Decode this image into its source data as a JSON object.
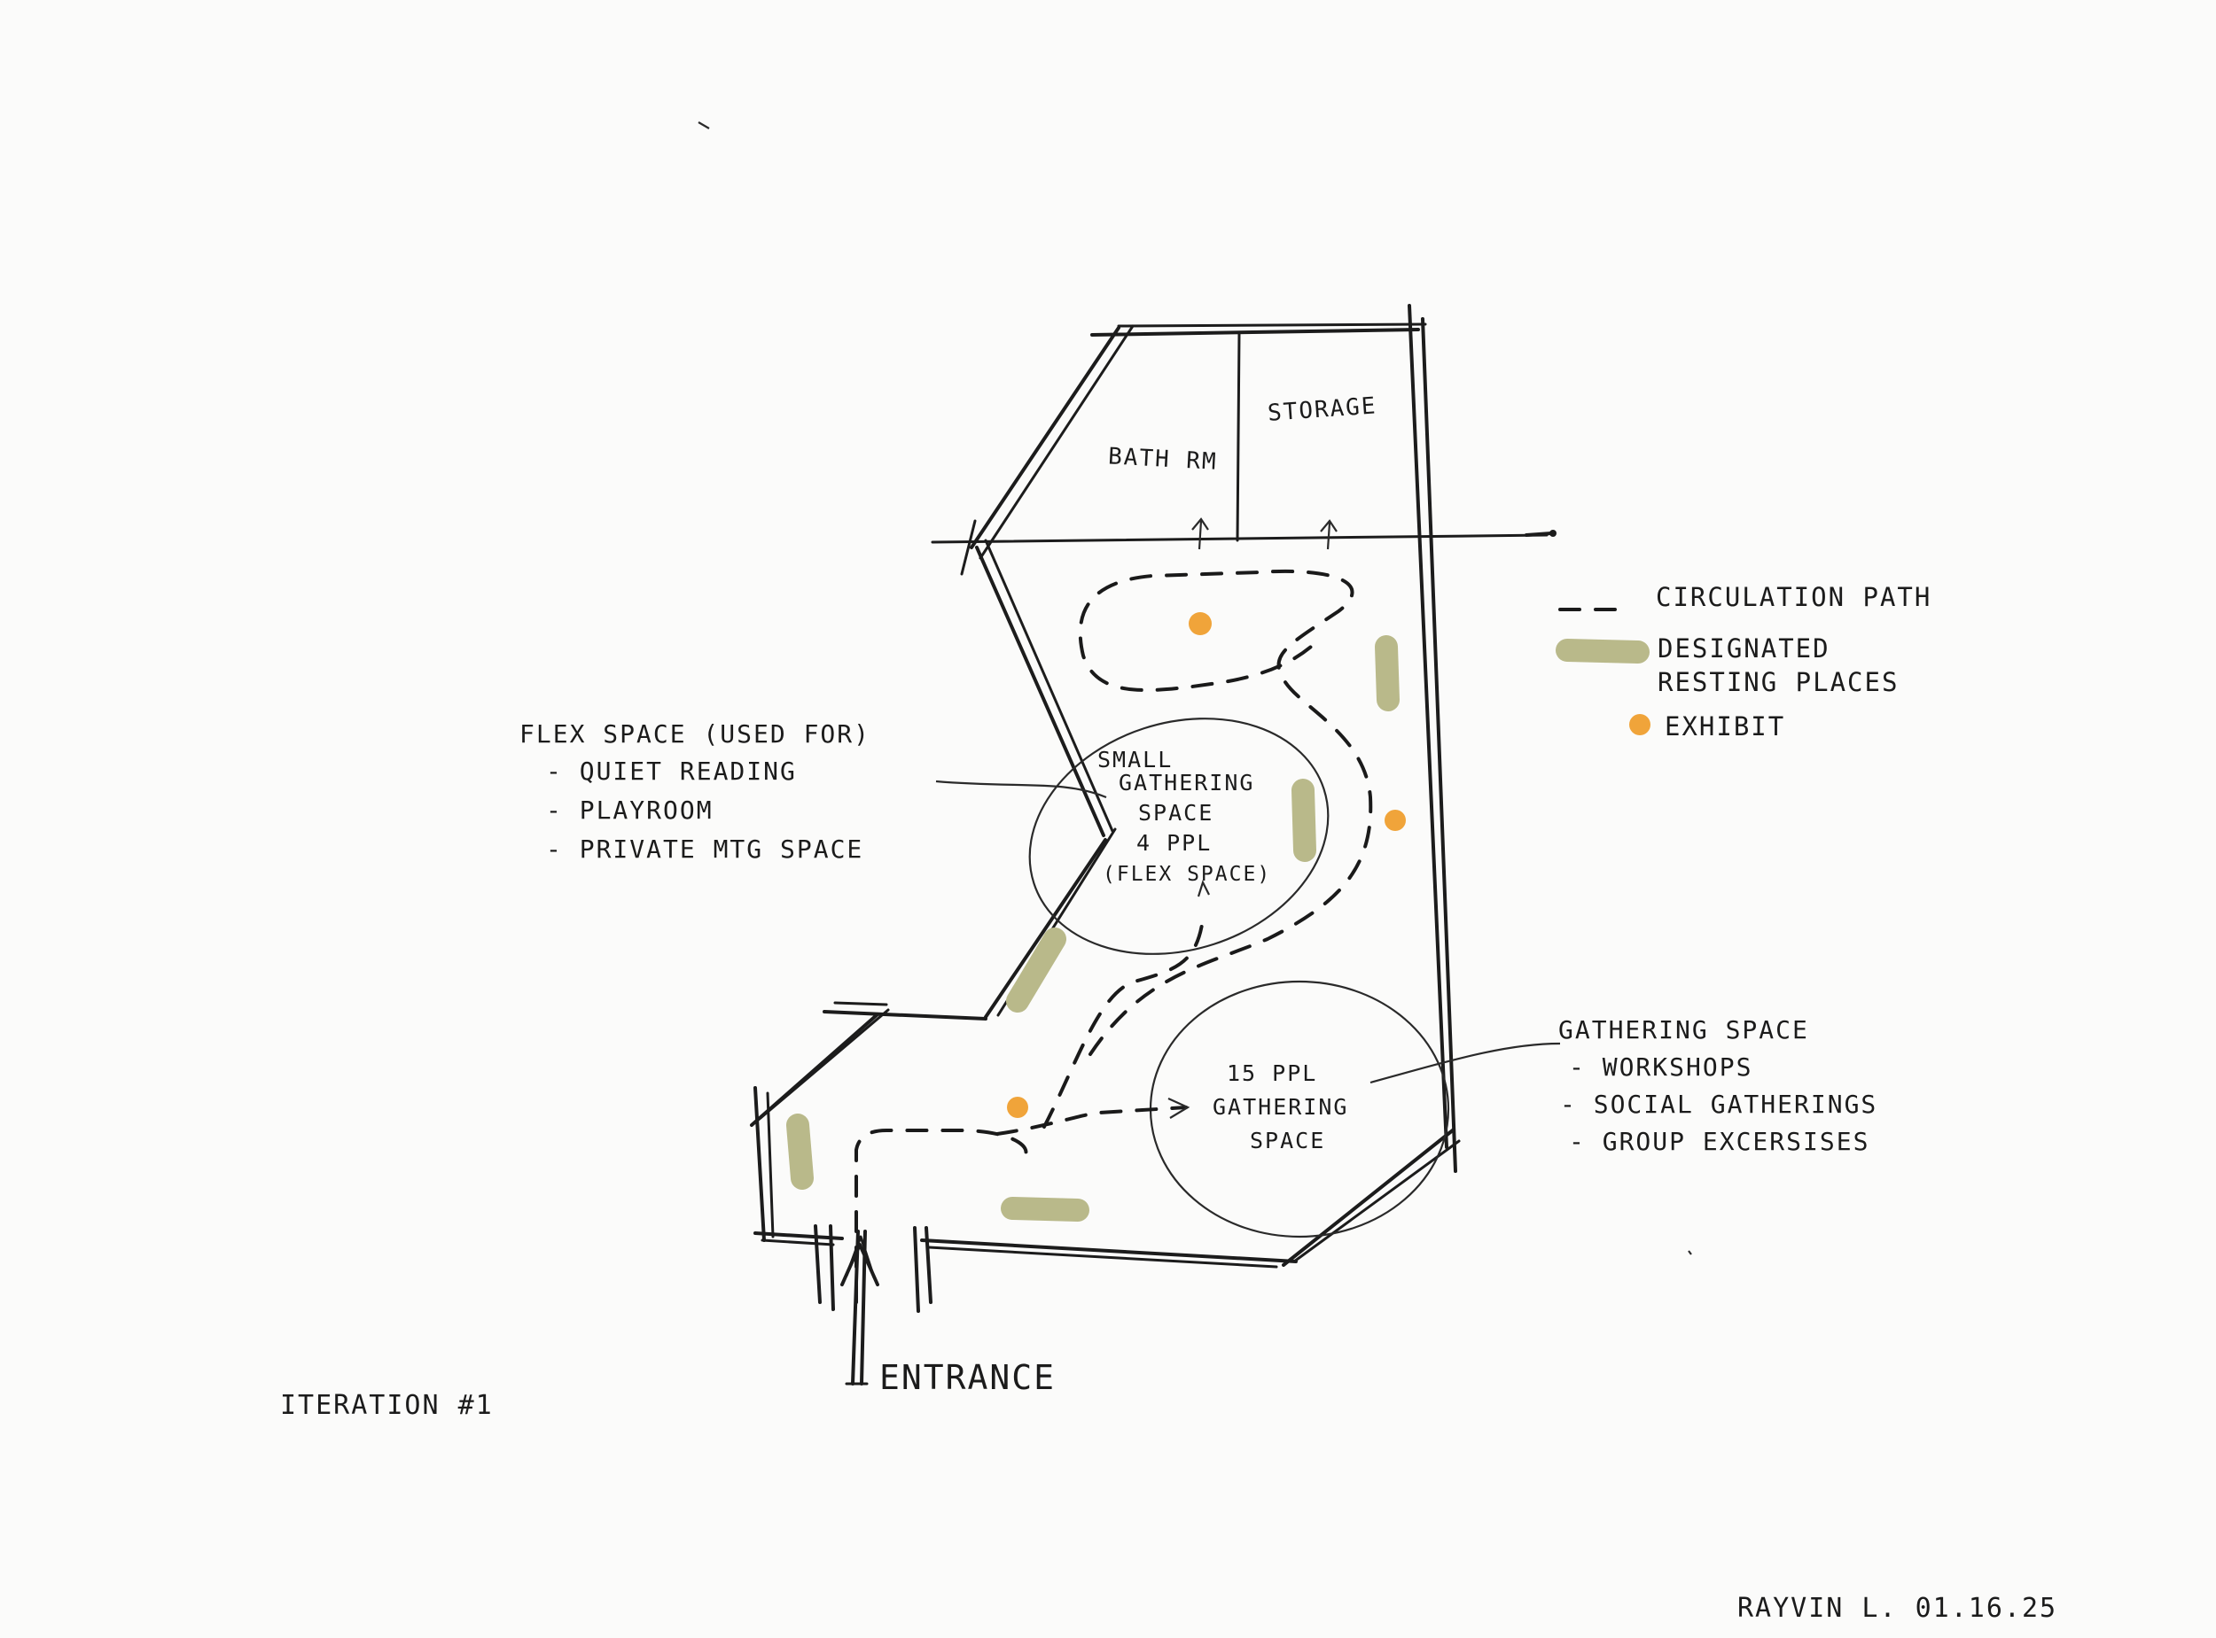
{
  "colors": {
    "paper": "#fbfbfa",
    "ink": "#1c1c1c",
    "exhibit": "#f0a43a",
    "resting": "#b9b98a"
  },
  "rooms": {
    "bathroom": "BATH RM",
    "storage": "STORAGE",
    "small_gathering": [
      "SMALL",
      "GATHERING",
      "SPACE",
      "4 PPL",
      "(FLEX SPACE)"
    ],
    "large_gathering": [
      "15 PPL",
      "GATHERING",
      "SPACE"
    ]
  },
  "legend": {
    "circulation": "CIRCULATION PATH",
    "resting_line1": "DESIGNATED",
    "resting_line2": "RESTING PLACES",
    "exhibit": "EXHIBIT"
  },
  "flex_note": {
    "title": "FLEX SPACE (USED FOR)",
    "items": [
      "- QUIET READING",
      "- PLAYROOM",
      "- PRIVATE MTG SPACE"
    ]
  },
  "gathering_note": {
    "title": "GATHERING SPACE",
    "items": [
      "- WORKSHOPS",
      "- SOCIAL GATHERINGS",
      "- GROUP EXCERSISES"
    ]
  },
  "entrance": "ENTRANCE",
  "iteration": "ITERATION #1",
  "signature": "RAYVIN L.  01.16.25"
}
